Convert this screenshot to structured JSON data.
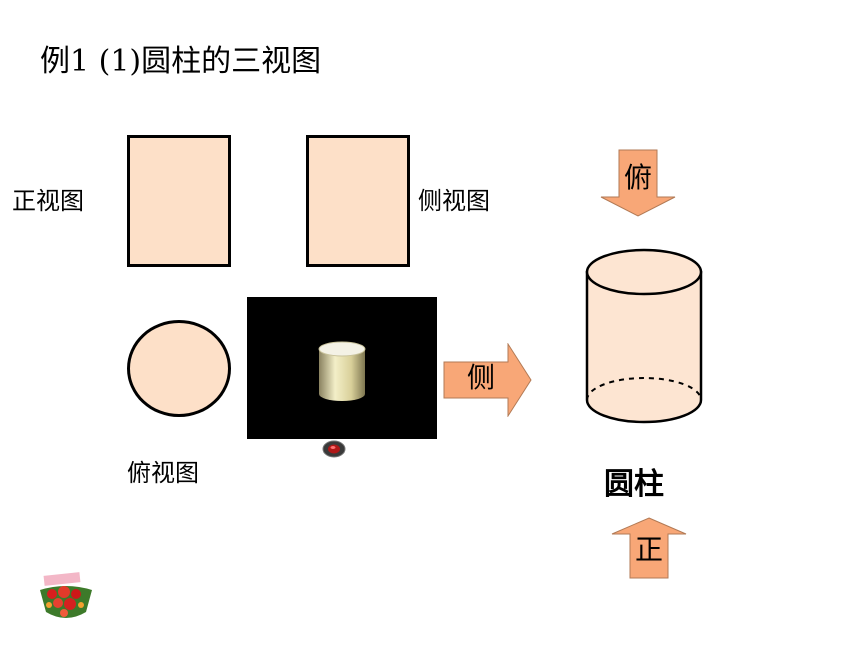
{
  "title": "例1 (1)圆柱的三视图",
  "views": {
    "front_label": "正视图",
    "side_label": "侧视图",
    "top_label": "俯视图"
  },
  "arrows": {
    "top": "俯",
    "side": "侧",
    "front": "正"
  },
  "solid_label": "圆柱",
  "colors": {
    "view_fill": "#fde0c8",
    "arrow_fill": "#f8a777",
    "cylinder_fill": "#fde5d2"
  }
}
